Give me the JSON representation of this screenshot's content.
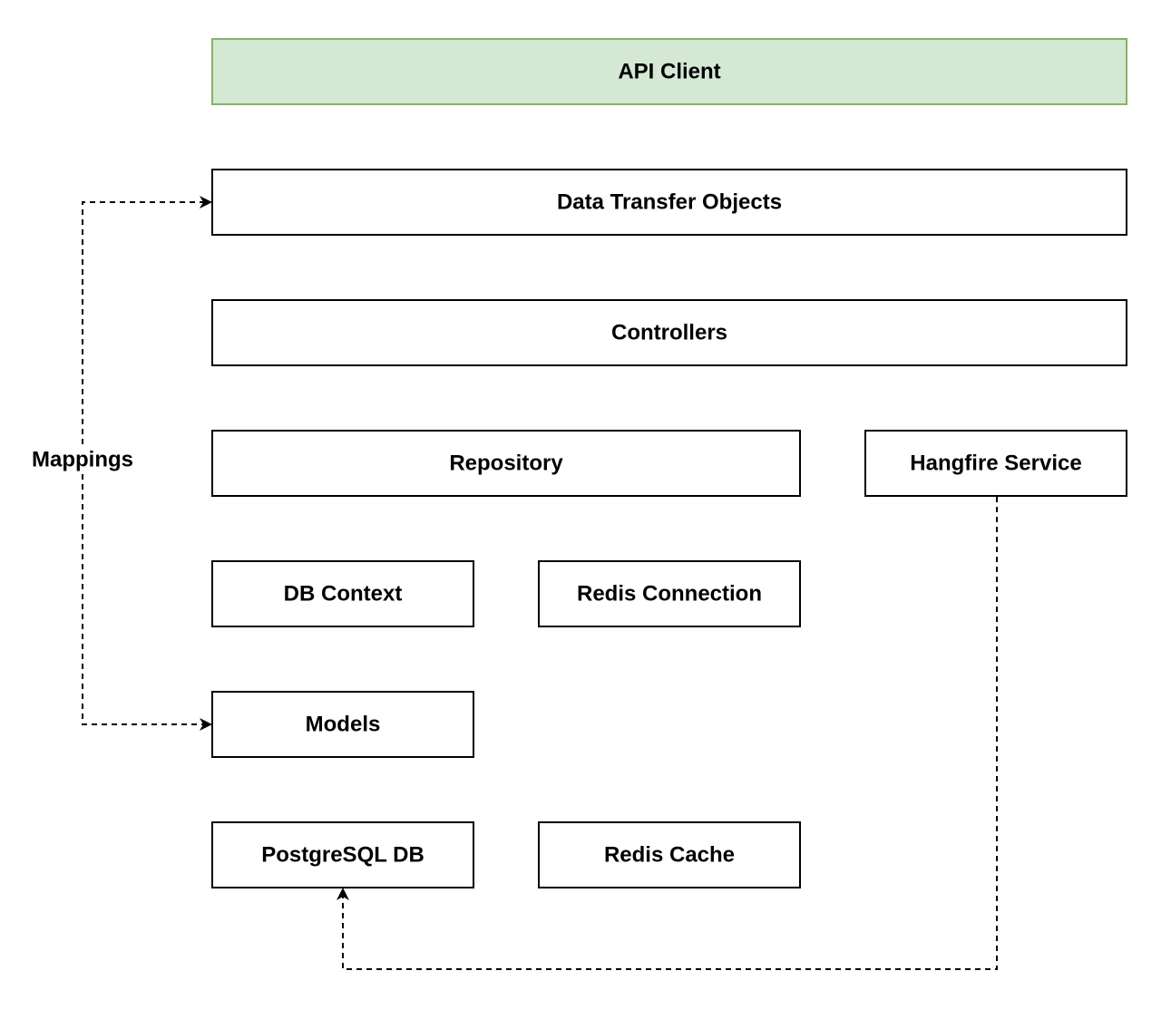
{
  "diagram": {
    "nodes": {
      "api_client": "API Client",
      "dto": "Data Transfer Objects",
      "controllers": "Controllers",
      "repository": "Repository",
      "hangfire": "Hangfire Service",
      "db_context": "DB Context",
      "redis_connection": "Redis Connection",
      "models": "Models",
      "postgres": "PostgreSQL DB",
      "redis_cache": "Redis Cache"
    },
    "edge_labels": {
      "mappings": "Mappings"
    },
    "colors": {
      "accent_fill": "#d5e8d4",
      "accent_stroke": "#82b366",
      "stroke": "#000000"
    }
  }
}
